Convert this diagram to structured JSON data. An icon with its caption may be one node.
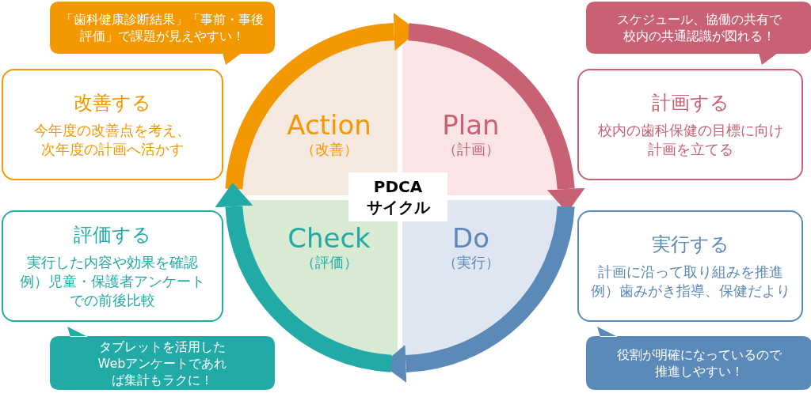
{
  "diagram": {
    "nodes": [
      {
        "text": [
          "「歯科健康診断結果」「事前・事後評価」で課題が見えやすい！"
        ]
      },
      {
        "text": [
          "スケジュール、協働の共有で校内の共通認識が図れる！"
        ]
      },
      {
        "text": [
          "改善する",
          "今年度の改善点を考え、次年度の計画へ活かす"
        ]
      },
      {
        "text": [
          "Action",
          "（改善）"
        ]
      },
      {
        "text": [
          "Plan",
          "（計画）"
        ]
      },
      {
        "text": [
          "計画する",
          "校内の歯科保健の目標に向け計画を立てる"
        ]
      },
      {
        "text": [
          "PDCA",
          "サイクル"
        ]
      },
      {
        "text": [
          "評価する",
          "実行した内容や効果を確認",
          "例）児童・保護者アンケートでの前後比較"
        ]
      },
      {
        "text": [
          "Check",
          "（評価）"
        ]
      },
      {
        "text": [
          "Do",
          "（実行）"
        ]
      },
      {
        "text": [
          "実行する",
          "計画に沿って取り組みを推進",
          "例）歯みがき指導、保健だより"
        ]
      },
      {
        "text": [
          "タブレットを活用したWebアンケートであれば集計もラクに！"
        ]
      },
      {
        "text": [
          "役割が明確になっているので推進しやすい！"
        ]
      }
    ],
    "edges": [
      {
        "from": 3,
        "to": 4,
        "arrow": "to",
        "color": "#f39800"
      },
      {
        "from": 4,
        "to": 9,
        "arrow": "to",
        "color": "#c96174"
      },
      {
        "from": 9,
        "to": 8,
        "arrow": "to",
        "color": "#5b89b8"
      },
      {
        "from": 8,
        "to": 3,
        "arrow": "to",
        "color": "#22aba6"
      }
    ]
  }
}
